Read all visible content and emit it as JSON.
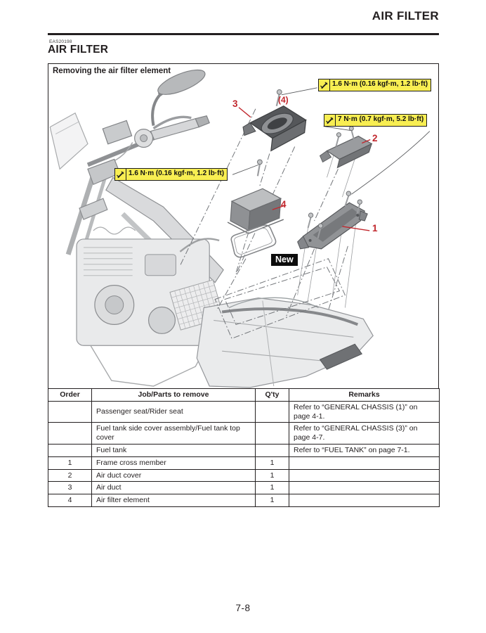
{
  "page": {
    "header_title": "AIR FILTER",
    "section_code": "EAS20198",
    "section_title": "AIR FILTER",
    "page_number": "7-8"
  },
  "figure": {
    "title": "Removing the air filter element",
    "torque_labels": [
      {
        "icon": "torque-wrench-icon",
        "text": "1.6 N·m (0.16 kgf·m, 1.2 lb·ft)"
      },
      {
        "icon": "torque-wrench-icon",
        "text": "7 N·m (0.7 kgf·m, 5.2 lb·ft)"
      },
      {
        "icon": "torque-wrench-icon",
        "text": "1.6 N·m (0.16 kgf·m, 1.2 lb·ft)"
      }
    ],
    "callouts": {
      "part1": "1",
      "part2": "2",
      "part3": "3",
      "part4": "4"
    },
    "screw_count": "(4)",
    "new_label": "New",
    "colors": {
      "callout_red": "#c1272d",
      "torque_box_yellow": "#f8ee52",
      "new_label_bg": "#0c0c0c"
    }
  },
  "table": {
    "headers": [
      "Order",
      "Job/Parts to remove",
      "Q'ty",
      "Remarks"
    ],
    "rows": [
      {
        "order": "",
        "job": "Passenger seat/Rider seat",
        "qty": "",
        "remarks": "Refer to “GENERAL CHASSIS (1)” on page 4-1."
      },
      {
        "order": "",
        "job": "Fuel tank side cover assembly/Fuel tank top cover",
        "qty": "",
        "remarks": "Refer to “GENERAL CHASSIS (3)” on page 4-7."
      },
      {
        "order": "",
        "job": "Fuel tank",
        "qty": "",
        "remarks": "Refer to “FUEL TANK” on page 7-1."
      },
      {
        "order": "1",
        "job": "Frame cross member",
        "qty": "1",
        "remarks": ""
      },
      {
        "order": "2",
        "job": "Air duct cover",
        "qty": "1",
        "remarks": ""
      },
      {
        "order": "3",
        "job": "Air duct",
        "qty": "1",
        "remarks": ""
      },
      {
        "order": "4",
        "job": "Air filter element",
        "qty": "1",
        "remarks": ""
      }
    ]
  }
}
